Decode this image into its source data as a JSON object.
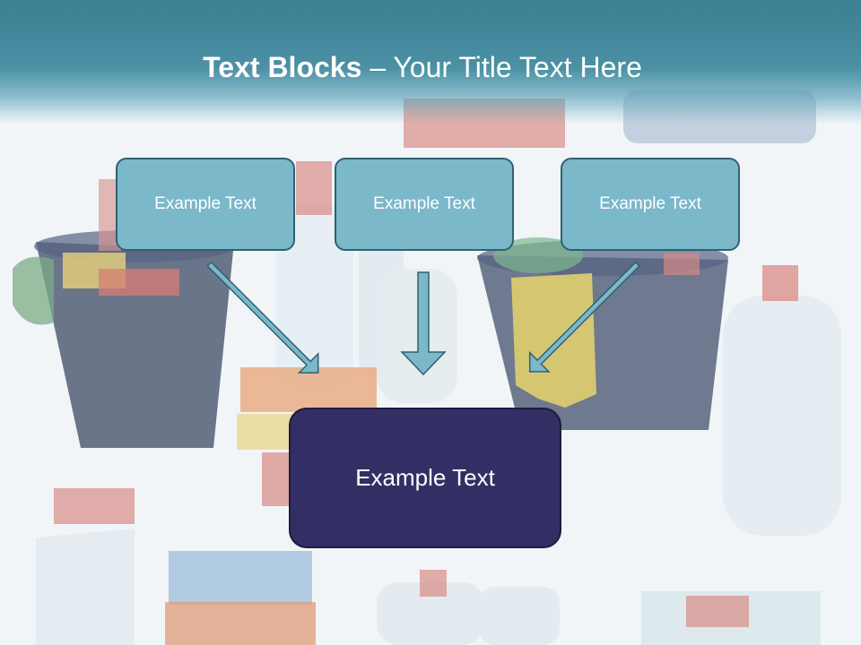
{
  "title": {
    "bold": "Text Blocks",
    "separator": " – ",
    "rest": "Your Title Text Here"
  },
  "blocks": [
    {
      "label": "Example Text"
    },
    {
      "label": "Example Text"
    },
    {
      "label": "Example Text"
    }
  ],
  "target": {
    "label": "Example Text"
  },
  "colors": {
    "header": "#3c7f93",
    "block_fill": "#7bb8ca",
    "block_border": "#2f6171",
    "target_fill": "#332e63",
    "arrow": "#7bb8ca"
  }
}
